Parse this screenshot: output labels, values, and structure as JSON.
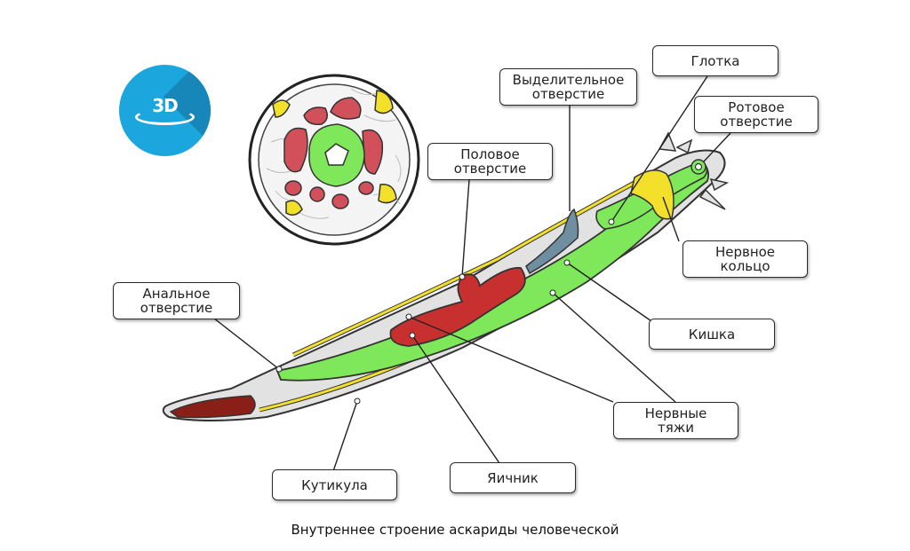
{
  "badge": {
    "text": "3D",
    "color": "#1ca6de"
  },
  "labels": {
    "glotka": "Глотка",
    "vydelitelnoe": "Выделительное\nотверстие",
    "rotovoe": "Ротовое\nотверстие",
    "polovoe": "Половое\nотверстие",
    "nervnoe_kolco": "Нервное\nкольцо",
    "analnoe": "Анальное\nотверстие",
    "kishka": "Кишка",
    "nervnye_tyazhi": "Нервные\nтяжи",
    "kutikula": "Кутикула",
    "yaichnik": "Яичник"
  },
  "caption": "Внутреннее строение аскариды человеческой",
  "colors": {
    "intestine": "#7ee85a",
    "ovary": "#c8302f",
    "nerve": "#f2e02a",
    "body": "#e2e2e2",
    "anal_tip": "#8a1f18",
    "excretory": "#6f8fa0",
    "cross_section_red": "#d2505a"
  }
}
